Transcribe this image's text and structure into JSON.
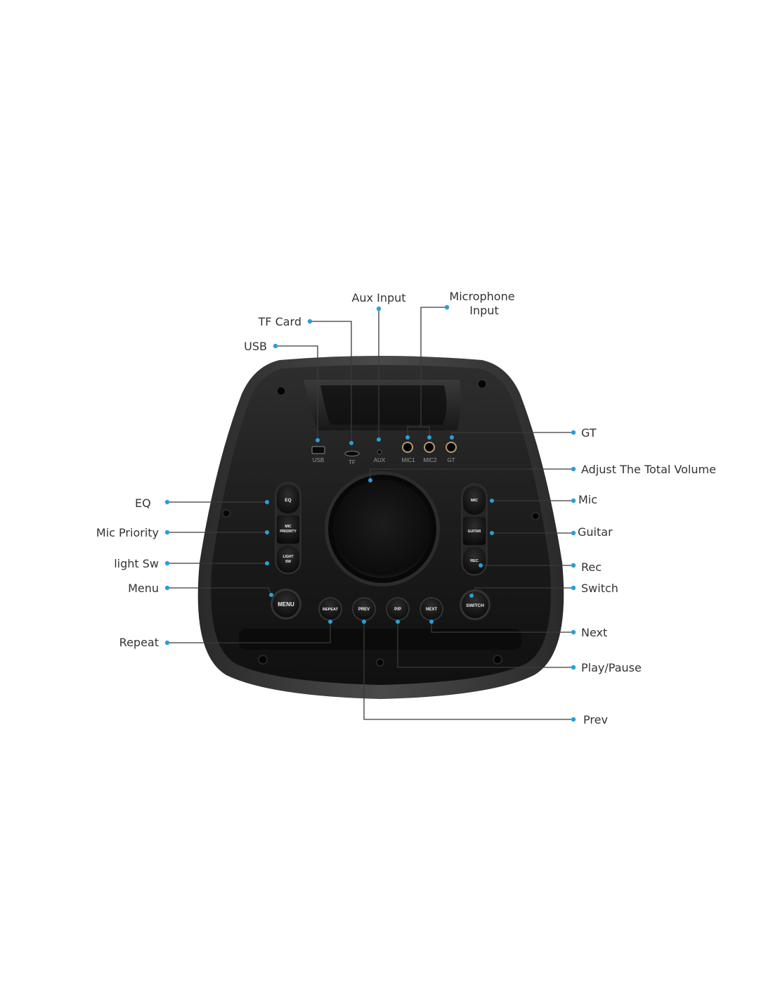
{
  "colors": {
    "callout_dot": "#2a9fd8",
    "leader_line": "#3a3a3a",
    "body": "#1a1a1a",
    "button": "#141414",
    "text": "#333333"
  },
  "callouts": {
    "aux_input": "Aux Input",
    "microphone_input_line1": "Microphone",
    "microphone_input_line2": "Input",
    "tf_card": "TF Card",
    "usb": "USB",
    "gt": "GT",
    "adjust_volume": "Adjust The Total Volume",
    "eq": "EQ",
    "mic_priority": "Mic Priority",
    "light_sw": "light Sw",
    "menu": "Menu",
    "repeat": "Repeat",
    "mic": "Mic",
    "guitar": "Guitar",
    "rec": "Rec",
    "switch": "Switch",
    "next": "Next",
    "play_pause": "Play/Pause",
    "prev": "Prev"
  },
  "panel": {
    "ports": {
      "usb": "USB",
      "tf": "TF",
      "aux": "AUX",
      "mic1": "MIC1",
      "mic2": "MIC2",
      "gt": "GT"
    },
    "left_buttons": {
      "eq": "EQ",
      "mic_priority_1": "MIC",
      "mic_priority_2": "PRIORITY",
      "light_sw_1": "LIGHT",
      "light_sw_2": "SW"
    },
    "right_buttons": {
      "mic": "MIC",
      "guitar": "GUITAR",
      "rec": "REC"
    },
    "bottom_buttons": {
      "menu": "MENU",
      "repeat": "REPEAT",
      "prev": "PREV",
      "pp": "P/P",
      "next": "NEXT",
      "switch": "SWITCH"
    }
  }
}
